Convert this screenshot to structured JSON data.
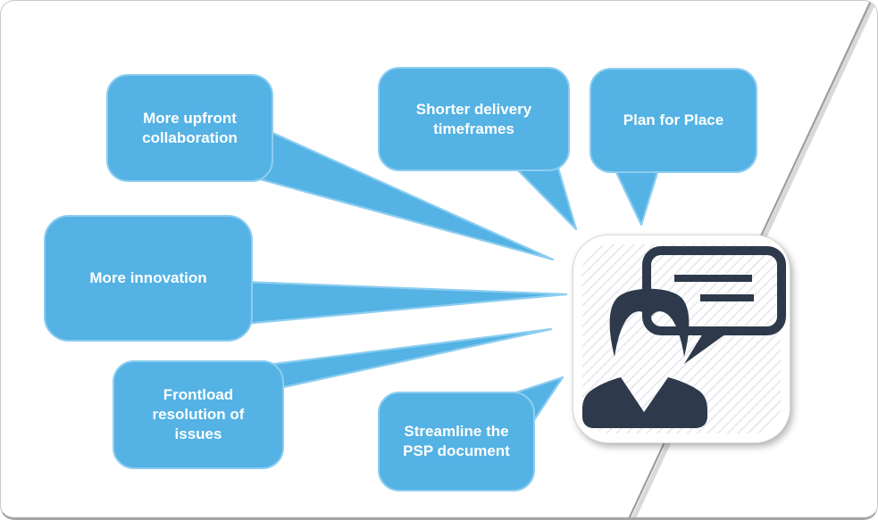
{
  "diagram": {
    "bubbles": [
      {
        "id": "more-upfront",
        "label": "More upfront collaboration"
      },
      {
        "id": "shorter-delivery",
        "label": "Shorter delivery timeframes"
      },
      {
        "id": "plan-for-place",
        "label": "Plan for Place"
      },
      {
        "id": "more-innovation",
        "label": "More innovation"
      },
      {
        "id": "frontload",
        "label": "Frontload resolution of issues"
      },
      {
        "id": "streamline-psp",
        "label": "Streamline the PSP document"
      }
    ],
    "center_icon": "person-with-speech-bubble-icon",
    "colors": {
      "bubble_fill": "#54b2e4",
      "bubble_border": "#8ccdf0",
      "bubble_text": "#ffffff",
      "icon_navy": "#2e3a4b",
      "hatch_stripe": "#e9e9ee",
      "diagonal_line": "#9c9c9c"
    }
  }
}
